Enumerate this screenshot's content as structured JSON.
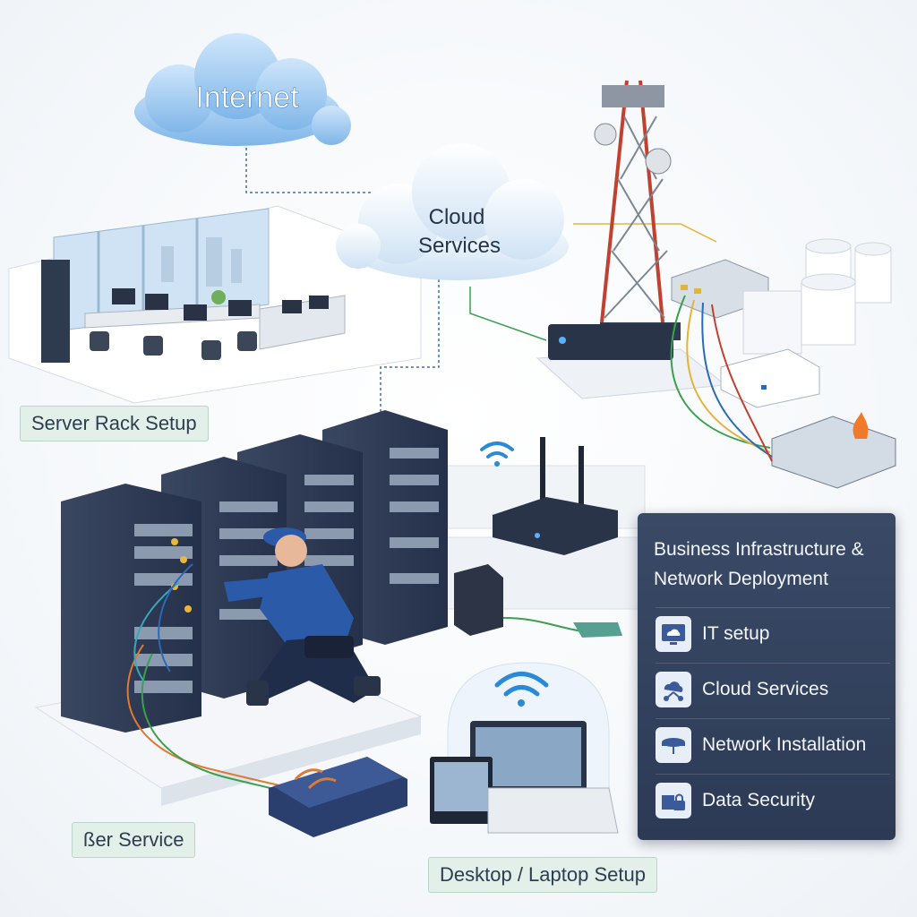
{
  "clouds": {
    "internet": "Internet",
    "cloud_line1": "Cloud",
    "cloud_line2": "Services"
  },
  "tags": {
    "server_rack": "Server Rack Setup",
    "fiber": "ßer Service",
    "desktop": "Desktop / Laptop Setup"
  },
  "panel": {
    "title": "Business Infrastructure & Network Deployment",
    "items": [
      {
        "label": "IT setup",
        "icon": "cloud-monitor-icon"
      },
      {
        "label": "Cloud Services",
        "icon": "cloud-network-icon"
      },
      {
        "label": "Network Installation",
        "icon": "router-icon"
      },
      {
        "label": "Data Security",
        "icon": "lock-icon"
      }
    ]
  },
  "colors": {
    "panel_bg": "#2f3d59",
    "tag_bg": "#e3efe9",
    "rack": "#2f3b50",
    "technician": "#2a5aa8"
  }
}
